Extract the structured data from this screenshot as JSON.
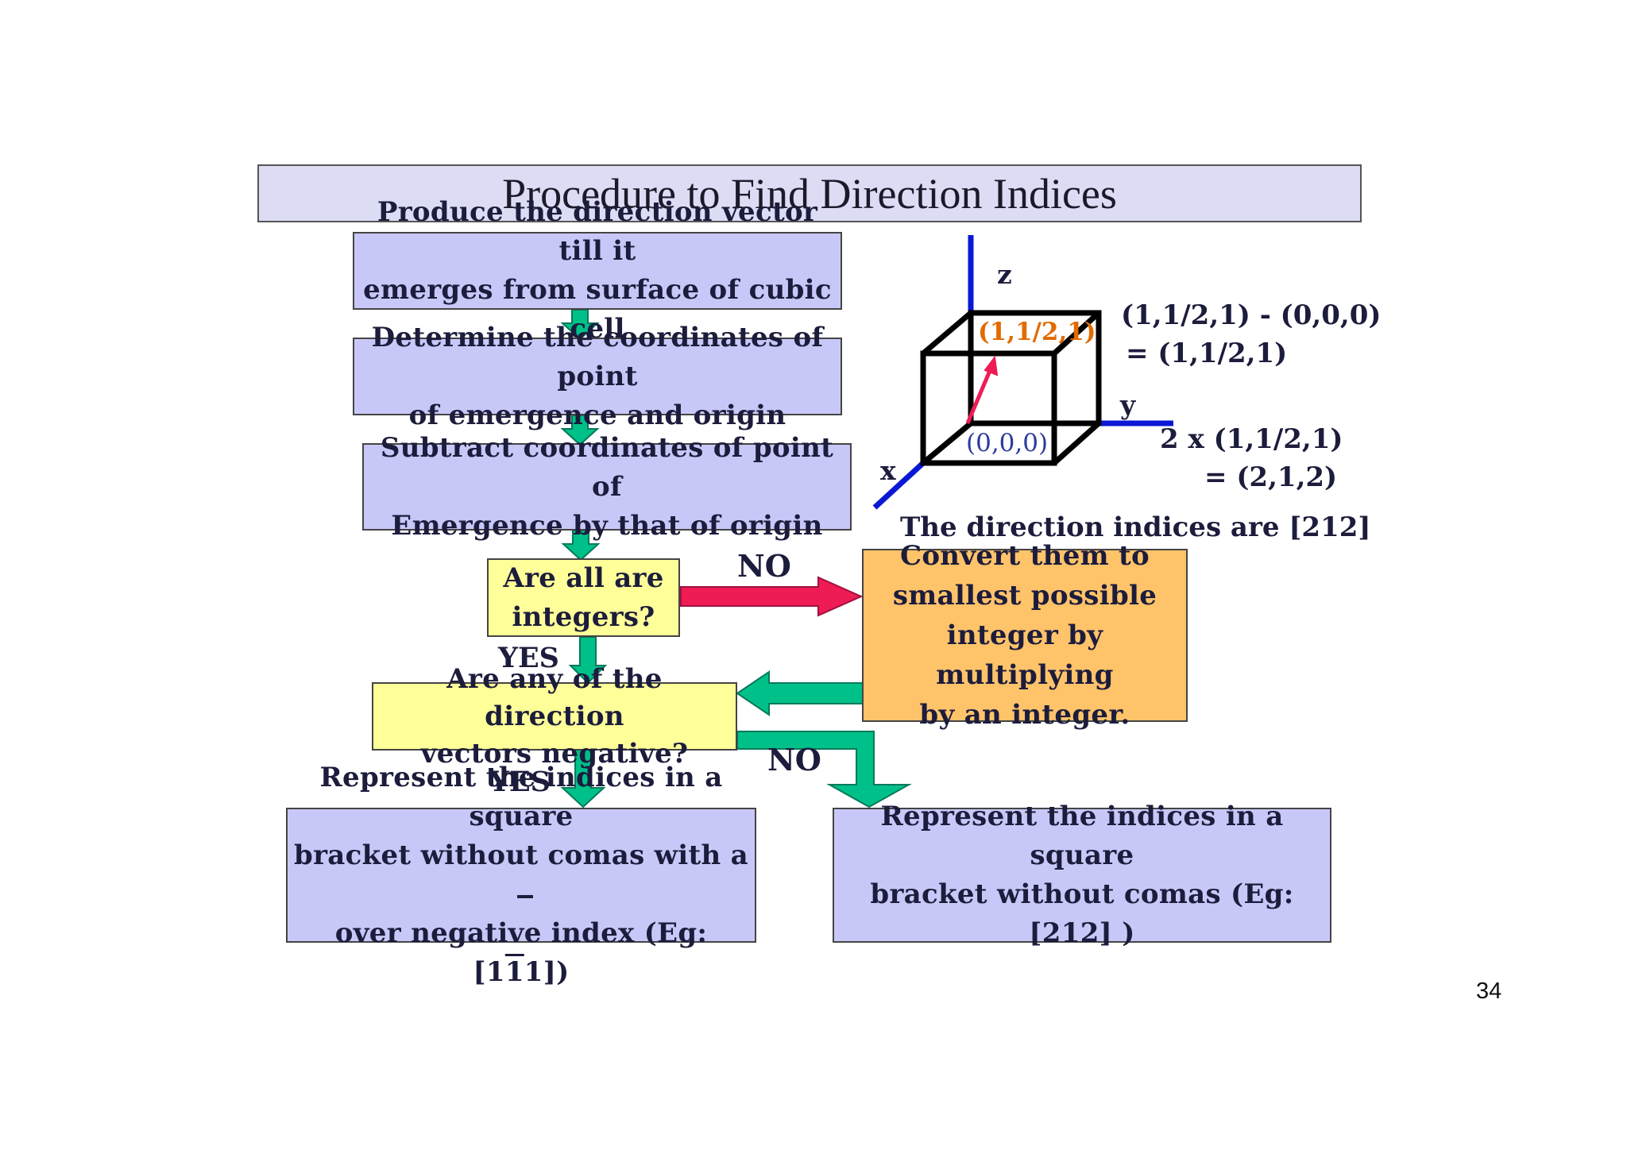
{
  "slide": {
    "title": "Procedure to Find Direction Indices",
    "page_number": "34"
  },
  "flow": {
    "step1": [
      "Produce the direction vector till it",
      "emerges from surface of cubic cell"
    ],
    "step2": [
      "Determine the coordinates of point",
      "of emergence and origin"
    ],
    "step3": [
      "Subtract coordinates of point of",
      "Emergence by that of origin"
    ],
    "decision1": [
      "Are all are",
      "integers?"
    ],
    "convert": [
      "Convert them to",
      "smallest possible",
      "integer by multiplying",
      "by an integer."
    ],
    "decision2": [
      "Are any of the direction",
      "vectors negative?"
    ],
    "result_negative": [
      "Represent the indices in a square",
      "bracket without  comas with a",
      "over negative index (Eg:  [1",
      "1",
      "1])"
    ],
    "result_positive": [
      "Represent the indices in a square",
      "bracket without  comas (Eg:  [212] )"
    ],
    "labels": {
      "no_1": "NO",
      "yes_1": "YES",
      "no_2": "NO",
      "yes_2": "YES"
    }
  },
  "cube": {
    "axis_z": "z",
    "axis_y": "y",
    "axis_x": "x",
    "point_emergence": "(1,1/2,1)",
    "point_origin": "(0,0,0)",
    "calc_line1": "(1,1/2,1) - (0,0,0)",
    "calc_line2": "= (1,1/2,1)",
    "calc_line3": "2 x (1,1/2,1)",
    "calc_line4": "= (2,1,2)",
    "conclusion": "The direction indices are [212]",
    "colors": {
      "axes": "#0a18d6",
      "vector": "#ee1b55",
      "emergence_label": "#e26b00",
      "origin_label": "#2b3a9c"
    }
  },
  "colors": {
    "process_box": "#c8c8f8",
    "decision_box": "#ffff99",
    "convert_box": "#ffc36a",
    "green_arrow": "#00c08a",
    "red_arrow": "#ee1b55"
  }
}
